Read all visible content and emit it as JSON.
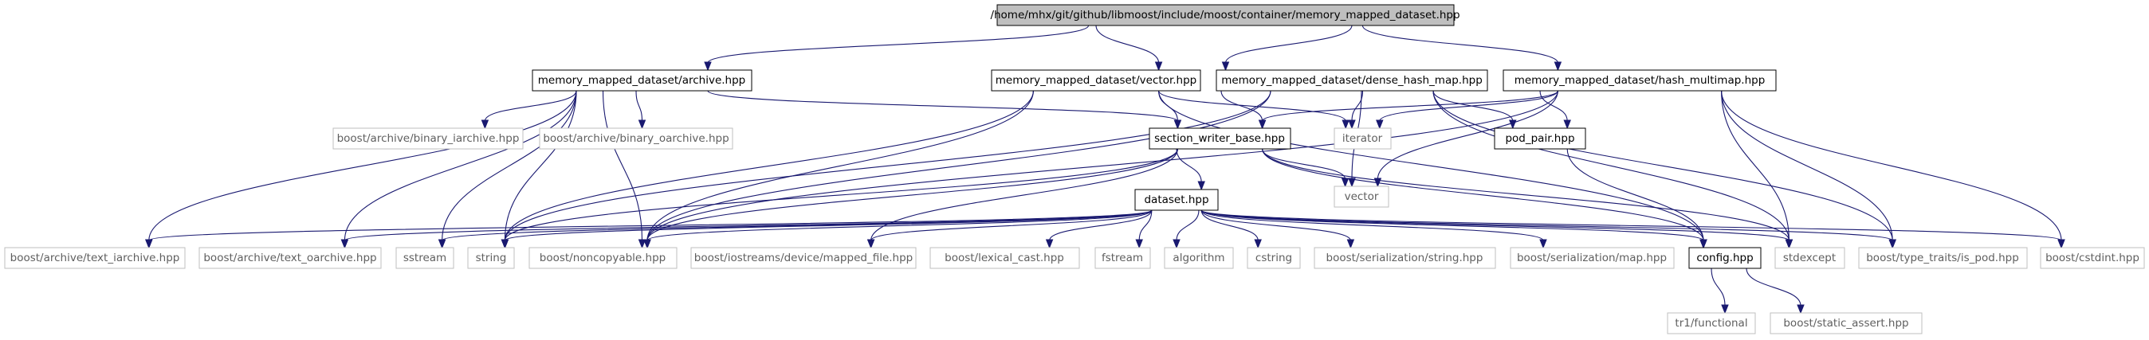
{
  "graph": {
    "nodes": {
      "root": "/home/mhx/git/github/libmoost/include/moost/container/memory_mapped_dataset.hpp",
      "archive": "memory_mapped_dataset/archive.hpp",
      "vector_hpp": "memory_mapped_dataset/vector.hpp",
      "dense": "memory_mapped_dataset/dense_hash_map.hpp",
      "multimap": "memory_mapped_dataset/hash_multimap.hpp",
      "bin_iarch": "boost/archive/binary_iarchive.hpp",
      "bin_oarch": "boost/archive/binary_oarchive.hpp",
      "section": "section_writer_base.hpp",
      "iterator": "iterator",
      "pod_pair": "pod_pair.hpp",
      "vector": "vector",
      "dataset": "dataset.hpp",
      "txt_iarch": "boost/archive/text_iarchive.hpp",
      "txt_oarch": "boost/archive/text_oarchive.hpp",
      "sstream": "sstream",
      "string": "string",
      "noncopyable": "boost/noncopyable.hpp",
      "mapped_file": "boost/iostreams/device/mapped_file.hpp",
      "lexical_cast": "boost/lexical_cast.hpp",
      "fstream": "fstream",
      "algorithm": "algorithm",
      "cstring": "cstring",
      "ser_string": "boost/serialization/string.hpp",
      "ser_map": "boost/serialization/map.hpp",
      "config": "config.hpp",
      "stdexcept": "stdexcept",
      "is_pod": "boost/type_traits/is_pod.hpp",
      "cstdint": "boost/cstdint.hpp",
      "tr1functional": "tr1/functional",
      "static_assert": "boost/static_assert.hpp"
    },
    "edges": [
      [
        "root",
        "archive"
      ],
      [
        "root",
        "vector_hpp"
      ],
      [
        "root",
        "dense"
      ],
      [
        "root",
        "multimap"
      ],
      [
        "archive",
        "bin_iarch"
      ],
      [
        "archive",
        "bin_oarch"
      ],
      [
        "archive",
        "section"
      ],
      [
        "archive",
        "txt_iarch"
      ],
      [
        "archive",
        "txt_oarch"
      ],
      [
        "archive",
        "sstream"
      ],
      [
        "archive",
        "string"
      ],
      [
        "archive",
        "noncopyable"
      ],
      [
        "vector_hpp",
        "section"
      ],
      [
        "vector_hpp",
        "iterator"
      ],
      [
        "vector_hpp",
        "string"
      ],
      [
        "vector_hpp",
        "noncopyable"
      ],
      [
        "vector_hpp",
        "config"
      ],
      [
        "dense",
        "section"
      ],
      [
        "dense",
        "iterator"
      ],
      [
        "dense",
        "pod_pair"
      ],
      [
        "dense",
        "vector"
      ],
      [
        "dense",
        "string"
      ],
      [
        "dense",
        "noncopyable"
      ],
      [
        "dense",
        "stdexcept"
      ],
      [
        "dense",
        "is_pod"
      ],
      [
        "multimap",
        "section"
      ],
      [
        "multimap",
        "iterator"
      ],
      [
        "multimap",
        "pod_pair"
      ],
      [
        "multimap",
        "vector"
      ],
      [
        "multimap",
        "noncopyable"
      ],
      [
        "multimap",
        "stdexcept"
      ],
      [
        "multimap",
        "is_pod"
      ],
      [
        "multimap",
        "cstdint"
      ],
      [
        "section",
        "dataset"
      ],
      [
        "section",
        "vector"
      ],
      [
        "section",
        "string"
      ],
      [
        "section",
        "noncopyable"
      ],
      [
        "section",
        "mapped_file"
      ],
      [
        "section",
        "config"
      ],
      [
        "section",
        "stdexcept"
      ],
      [
        "pod_pair",
        "config"
      ],
      [
        "dataset",
        "txt_iarch"
      ],
      [
        "dataset",
        "txt_oarch"
      ],
      [
        "dataset",
        "sstream"
      ],
      [
        "dataset",
        "string"
      ],
      [
        "dataset",
        "noncopyable"
      ],
      [
        "dataset",
        "mapped_file"
      ],
      [
        "dataset",
        "lexical_cast"
      ],
      [
        "dataset",
        "fstream"
      ],
      [
        "dataset",
        "algorithm"
      ],
      [
        "dataset",
        "cstring"
      ],
      [
        "dataset",
        "ser_string"
      ],
      [
        "dataset",
        "ser_map"
      ],
      [
        "dataset",
        "config"
      ],
      [
        "dataset",
        "stdexcept"
      ],
      [
        "dataset",
        "is_pod"
      ],
      [
        "dataset",
        "cstdint"
      ],
      [
        "config",
        "tr1functional"
      ],
      [
        "config",
        "static_assert"
      ]
    ]
  }
}
